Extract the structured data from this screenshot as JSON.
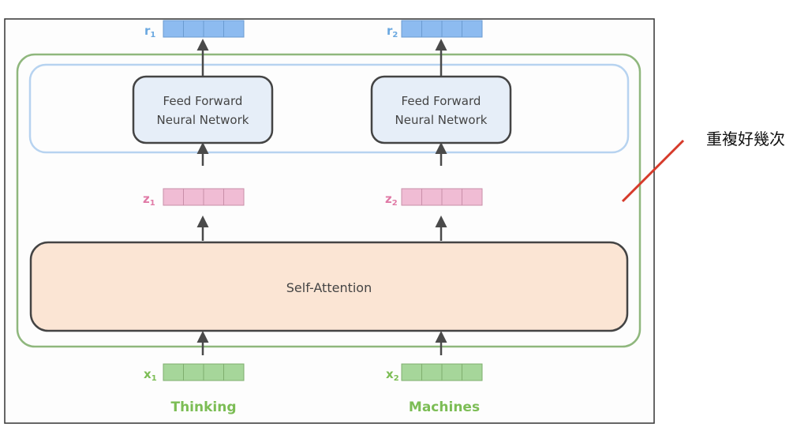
{
  "diagram": {
    "outputs": [
      {
        "label": "r",
        "sub": "1"
      },
      {
        "label": "r",
        "sub": "2"
      }
    ],
    "ffn_labels": [
      {
        "line1": "Feed Forward",
        "line2": "Neural Network"
      },
      {
        "line1": "Feed Forward",
        "line2": "Neural Network"
      }
    ],
    "intermediates": [
      {
        "label": "z",
        "sub": "1"
      },
      {
        "label": "z",
        "sub": "2"
      }
    ],
    "attention_label": "Self-Attention",
    "inputs": [
      {
        "label": "x",
        "sub": "1"
      },
      {
        "label": "x",
        "sub": "2"
      }
    ],
    "words": [
      "Thinking",
      "Machines"
    ],
    "annotation": "重複好幾次",
    "colors": {
      "output_vector": "#8dbbf0",
      "output_text": "#6aa8e0",
      "ffn_fill": "#e6eef8",
      "ffn_frame": "#b7d3f0",
      "intermediate_vector": "#f0bcd4",
      "intermediate_text": "#e07aa6",
      "attention_fill": "#fbe5d4",
      "input_vector": "#a6d69a",
      "input_text": "#7cbd55",
      "encoder_frame": "#8fb77d",
      "annotation_line": "#d63a2a"
    }
  }
}
